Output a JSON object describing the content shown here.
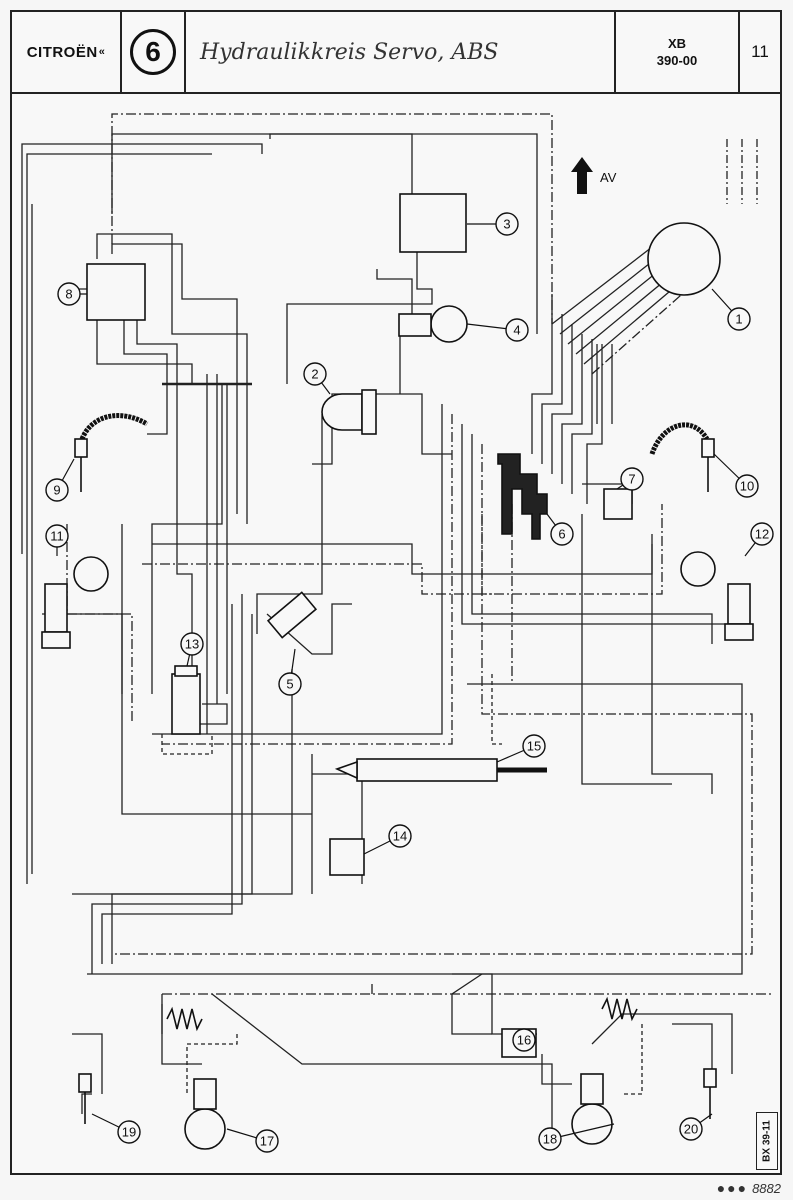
{
  "header": {
    "brand": "CITROËN",
    "brand_mark": "«",
    "section_number": "6",
    "title": "Hydraulikkreis Servo, ABS",
    "model": "XB",
    "code": "390-00",
    "page": "11"
  },
  "direction_label": "AV",
  "callouts": [
    "1",
    "2",
    "3",
    "4",
    "5",
    "6",
    "7",
    "8",
    "9",
    "10",
    "11",
    "12",
    "13",
    "14",
    "15",
    "16",
    "17",
    "18",
    "19",
    "20"
  ],
  "reference": "BX 39-11",
  "footer": {
    "dots": "●●●",
    "number": "8882"
  }
}
